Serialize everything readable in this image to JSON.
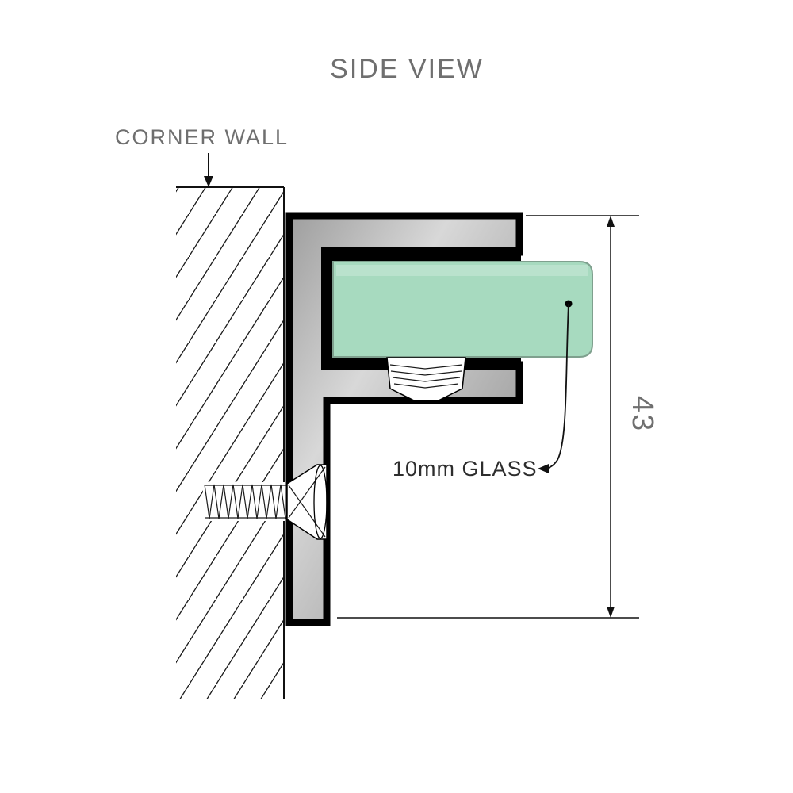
{
  "diagram": {
    "title": "SIDE VIEW",
    "wall_label": "CORNER WALL",
    "glass_label": "10mm GLASS",
    "dimension_value": "43",
    "colors": {
      "glass_fill": "#a7dabf",
      "glass_stroke": "#7fa08e",
      "metal_light": "#dcdcdc",
      "metal_dark": "#8a8a8a",
      "outline": "#000000",
      "label_gray": "#6f6f6f",
      "label_dark": "#2d2d2d",
      "background": "#ffffff"
    }
  }
}
